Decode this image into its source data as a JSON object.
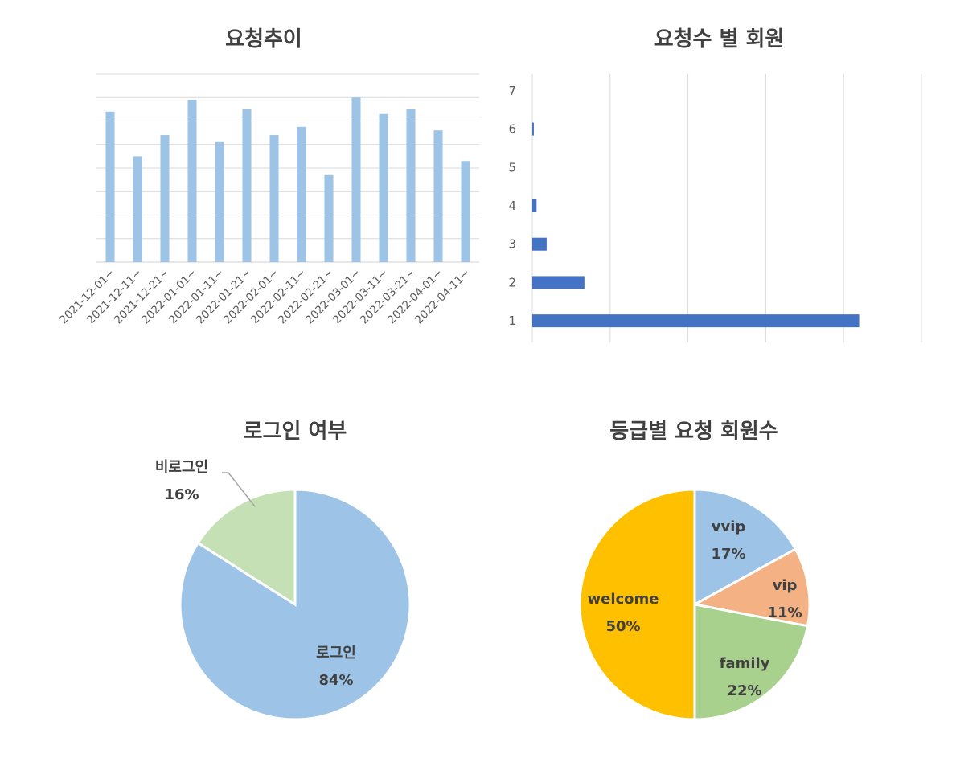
{
  "chart_data": [
    {
      "id": "trend",
      "type": "bar",
      "title": "요청추이",
      "categories": [
        "2021-12-01~",
        "2021-12-11~",
        "2021-12-21~",
        "2022-01-01~",
        "2022-01-11~",
        "2022-01-21~",
        "2022-02-01~",
        "2022-02-11~",
        "2022-02-21~",
        "2022-03-01~",
        "2022-03-11~",
        "2022-03-21~",
        "2022-04-01~",
        "2022-04-11~"
      ],
      "values": [
        6.4,
        4.5,
        5.4,
        6.9,
        5.1,
        6.5,
        5.4,
        5.75,
        3.7,
        7.0,
        6.3,
        6.5,
        5.6,
        4.3
      ],
      "ylim": [
        0,
        8
      ],
      "grid": true,
      "color": "#9DC3E6"
    },
    {
      "id": "per_member",
      "type": "bar",
      "orientation": "horizontal",
      "title": "요청수 별 회원",
      "categories": [
        "1",
        "2",
        "3",
        "4",
        "5",
        "6",
        "7"
      ],
      "values": [
        4200,
        670,
        185,
        55,
        0,
        20,
        0
      ],
      "xlim": [
        0,
        5000
      ],
      "grid": true,
      "color": "#4472C4"
    },
    {
      "id": "login",
      "type": "pie",
      "title": "로그인 여부",
      "slices": [
        {
          "label": "로그인",
          "percent_label": "84%",
          "value": 84,
          "color": "#9DC3E6"
        },
        {
          "label": "비로그인",
          "percent_label": "16%",
          "value": 16,
          "color": "#C5E0B4"
        }
      ]
    },
    {
      "id": "grade",
      "type": "pie",
      "title": "등급별 요청 회원수",
      "slices": [
        {
          "label": "vvip",
          "percent_label": "17%",
          "value": 17,
          "color": "#9DC3E6"
        },
        {
          "label": "vip",
          "percent_label": "11%",
          "value": 11,
          "color": "#F4B183"
        },
        {
          "label": "family",
          "percent_label": "22%",
          "value": 22,
          "color": "#A9D18E"
        },
        {
          "label": "welcome",
          "percent_label": "50%",
          "value": 50,
          "color": "#FFC000"
        }
      ]
    }
  ]
}
